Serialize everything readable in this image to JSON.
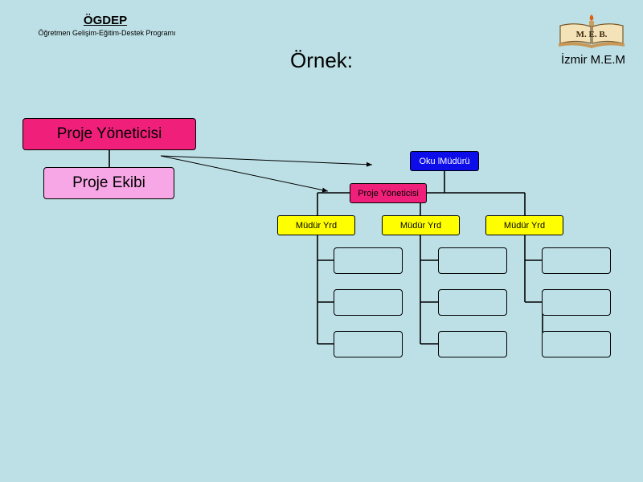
{
  "header": {
    "title": "ÖGDEP",
    "subtitle": "Öğretmen Gelişim-Eğitim-Destek Programı",
    "org": "İzmir M.E.M"
  },
  "slide": {
    "title": "Örnek:"
  },
  "logo": {
    "text": "M. E. B.",
    "icon": "meb-logo-icon"
  },
  "diagram": {
    "project_manager": "Proje Yöneticisi",
    "project_team": "Proje Ekibi",
    "principal": "Oku lMüdürü",
    "pm_small": "Proje Yöneticisi",
    "assistants": [
      "Müdür Yrd",
      "Müdür Yrd",
      "Müdür Yrd"
    ]
  },
  "colors": {
    "background": "#bde0e6",
    "pink": "#f0207a",
    "light_pink": "#f7a6e6",
    "blue": "#0d0dea",
    "yellow": "#ffff00"
  }
}
